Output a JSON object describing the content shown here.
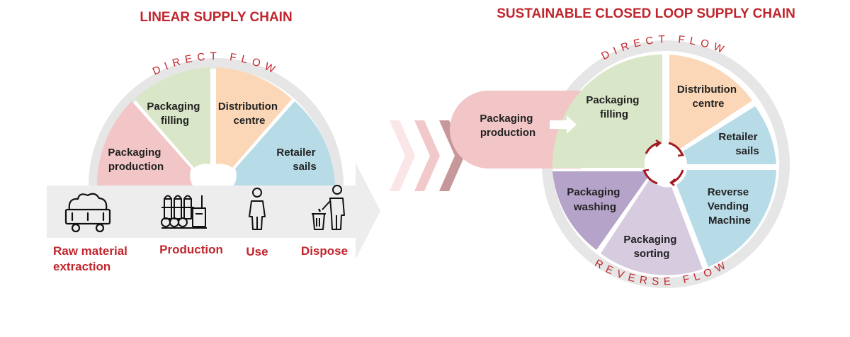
{
  "colors": {
    "accent": "#c0262d",
    "ring": "#e6e6e6",
    "pink": "#f2c5c7",
    "green": "#d9e6c7",
    "orange": "#fbd7b7",
    "blue": "#b7dce8",
    "purple": "#b6a3c9",
    "lavender": "#d7cbe0",
    "band": "#ededed"
  },
  "linear": {
    "title": "LINEAR SUPPLY CHAIN",
    "arc_label": "DIRECT FLOW",
    "segments": {
      "packaging_production": [
        "Packaging",
        "production"
      ],
      "packaging_filling": [
        "Packaging",
        "filling"
      ],
      "distribution_centre": [
        "Distribution",
        "centre"
      ],
      "retailer_sails": [
        "Retailer",
        "sails"
      ]
    },
    "steps": [
      {
        "icon": "mine-cart-icon",
        "label": [
          "Raw material",
          "extraction"
        ]
      },
      {
        "icon": "factory-icon",
        "label": [
          "Production"
        ]
      },
      {
        "icon": "person-icon",
        "label": [
          "Use"
        ]
      },
      {
        "icon": "person-dispose-icon",
        "label": [
          "Dispose"
        ]
      }
    ]
  },
  "closed": {
    "title": "SUSTAINABLE CLOSED LOOP SUPPLY CHAIN",
    "arc_top": "DIRECT FLOW",
    "arc_bottom": "REVERSE FLOW",
    "entry": [
      "Packaging",
      "production"
    ],
    "segments": {
      "packaging_filling": [
        "Packaging",
        "filling"
      ],
      "distribution_centre": [
        "Distribution",
        "centre"
      ],
      "retailer_sails": [
        "Retailer",
        "sails"
      ],
      "reverse_vending": [
        "Reverse",
        "Vending",
        "Machine"
      ],
      "packaging_sorting": [
        "Packaging",
        "sorting"
      ],
      "packaging_washing": [
        "Packaging",
        "washing"
      ]
    }
  }
}
